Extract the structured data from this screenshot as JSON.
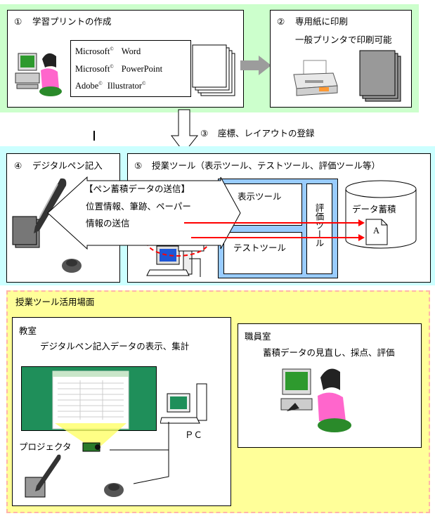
{
  "colors": {
    "green_band": "#ccffcc",
    "cyan_band": "#ccffff",
    "tool_panel": "#99ccff",
    "usage_area": "#ffff99",
    "usage_border": "#ffb6a8",
    "board": "#1f8f5a",
    "red_arrow": "#ff0000"
  },
  "step1": {
    "number": "①",
    "title": "学習プリントの作成"
  },
  "software": [
    {
      "name": "Microsoft",
      "mark": "©",
      "suffix": "Word"
    },
    {
      "name": "Microsoft",
      "mark": "©",
      "suffix": "PowerPoint"
    },
    {
      "name": "Adobe",
      "mark": "©",
      "suffix": "Illustrator",
      "suffix_mark": "©"
    }
  ],
  "step2": {
    "number": "②",
    "title": "専用紙に印刷",
    "subtitle": "一般プリンタで印刷可能"
  },
  "step3": {
    "number": "③",
    "label": "座標、レイアウトの登録"
  },
  "step4": {
    "number": "④",
    "title": "デジタルペン記入"
  },
  "step5": {
    "number": "⑤",
    "title": "授業ツール（表示ツール、テストツール、評価ツール等）"
  },
  "pen_data": {
    "heading": "【ペン蓄積データの送信】",
    "line1": "位置情報、筆跡、ペーパー",
    "line2": "情報の送信"
  },
  "tools": {
    "display": "表示ツール",
    "test": "テストツール",
    "evaluation": "評価ツール",
    "storage": "データ蓄積",
    "sheet_letter": "A"
  },
  "usage": {
    "title": "授業ツール活用場面",
    "classroom": {
      "title": "教室",
      "description": "デジタルペン記入データの表示、集計",
      "projector": "プロジェクタ",
      "pc": "ＰＣ"
    },
    "staffroom": {
      "title": "職員室",
      "description": "蓄積データの見直し、採点、評価"
    }
  }
}
